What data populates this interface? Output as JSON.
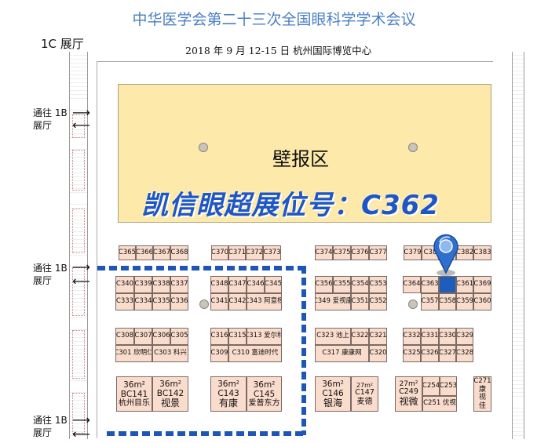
{
  "header": {
    "title": "中华医学会第二十三次全国眼科学学术会议",
    "subtitle": "2018 年 9 月 12-15 日  杭州国际博览中心",
    "hall_label": "1C 展厅"
  },
  "poster_area": {
    "label": "壁报区"
  },
  "highlight": {
    "text": "凯信眼超展位号：C362",
    "booth": "C362"
  },
  "exits": [
    {
      "line1": "通往 1B",
      "line2": "展厅"
    },
    {
      "line1": "通往 1B",
      "line2": "展厅"
    },
    {
      "line1": "通往 1B",
      "line2": "展厅"
    }
  ],
  "colors": {
    "booth_fill": "#f9dccc",
    "poster_fill": "#fde9a9",
    "highlight_text": "#1e56c4",
    "dashed_route": "#1e56b8",
    "title": "#4a7fc3"
  },
  "booths": [
    "C365",
    "C366",
    "C367",
    "C368",
    "C370",
    "C371",
    "C372",
    "C373",
    "C374",
    "C375",
    "C376",
    "C377",
    "C379",
    "C38",
    "",
    "C382",
    "C383",
    "C340",
    "C339",
    "C338",
    "C337",
    "C333",
    "C334",
    "C335",
    "C336",
    "C348",
    "C347",
    "C346",
    "C345",
    "C341",
    "C342",
    "C343 阿意杨",
    "C356",
    "C355",
    "C354",
    "C353",
    "C349 爱视康",
    "C351",
    "C352",
    "C364",
    "C363",
    "",
    "C361",
    "C369",
    "C357",
    "C358",
    "C359",
    "C360",
    "C308",
    "C307",
    "C306",
    "C305",
    "C301 欣明仁",
    "C303 科兴",
    "C316",
    "C315",
    "C313 爱尔科",
    "C309",
    "C310 富迪时代",
    "C323 池上",
    "C322",
    "C321",
    "C317 康康网",
    "C320",
    "C332",
    "C331",
    "C330",
    "C329",
    "C325",
    "C326",
    "C327",
    "C328",
    "C254",
    "C253",
    "C251 优视"
  ],
  "big_booths": [
    {
      "area": "36m²",
      "code": "BC141",
      "name": "杭州目乐"
    },
    {
      "area": "36m²",
      "code": "BC142",
      "name": "视景"
    },
    {
      "area": "36m²",
      "code": "C143",
      "name": "有康"
    },
    {
      "area": "36m²",
      "code": "C145",
      "name": "爱普东方"
    },
    {
      "area": "36m²",
      "code": "C146",
      "name": "银海"
    },
    {
      "area": "27m²",
      "code": "C147",
      "name": "麦德"
    },
    {
      "area": "27m²",
      "code": "C249",
      "name": "视微"
    },
    {
      "area": "",
      "code": "C271",
      "name": "康视佳"
    }
  ]
}
